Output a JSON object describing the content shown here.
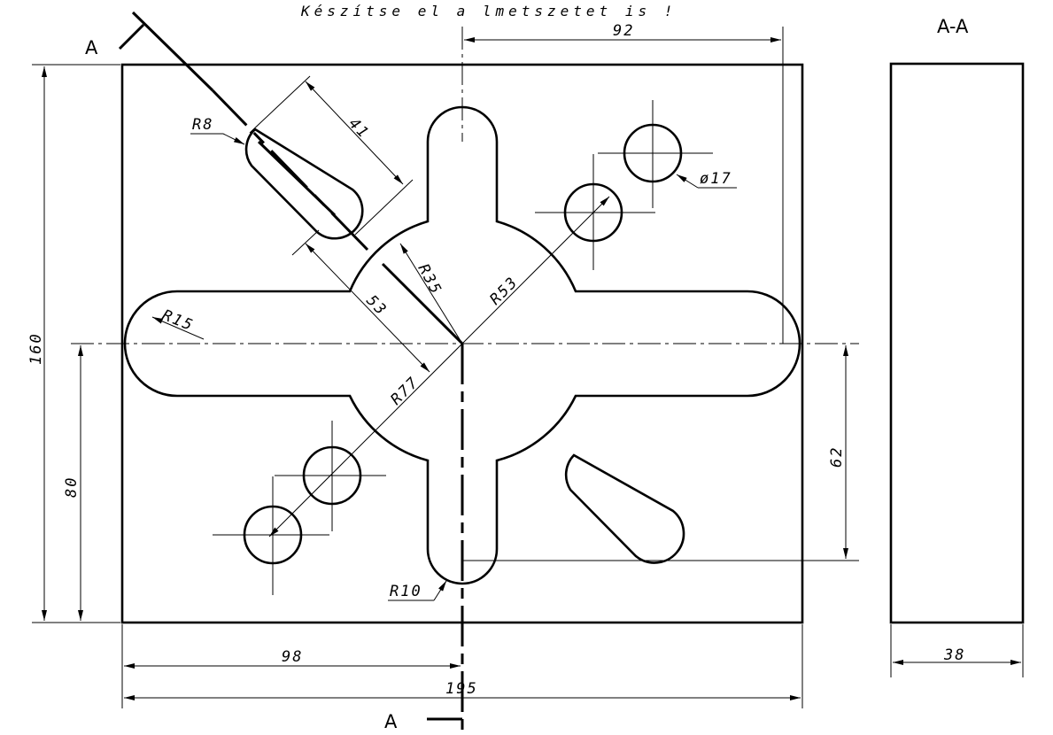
{
  "note": "Készítse el a lmetszetet is !",
  "section_label": "A-A",
  "cut_label": "A",
  "dimensions": {
    "d92": "92",
    "d160": "160",
    "d80": "80",
    "d98": "98",
    "d195": "195",
    "d62": "62",
    "d38": "38",
    "d41": "41",
    "d53": "53",
    "r8": "R8",
    "r15": "R15",
    "r35": "R35",
    "r53": "R53",
    "r77": "R77",
    "r10": "R10",
    "dia17": "ø17"
  }
}
